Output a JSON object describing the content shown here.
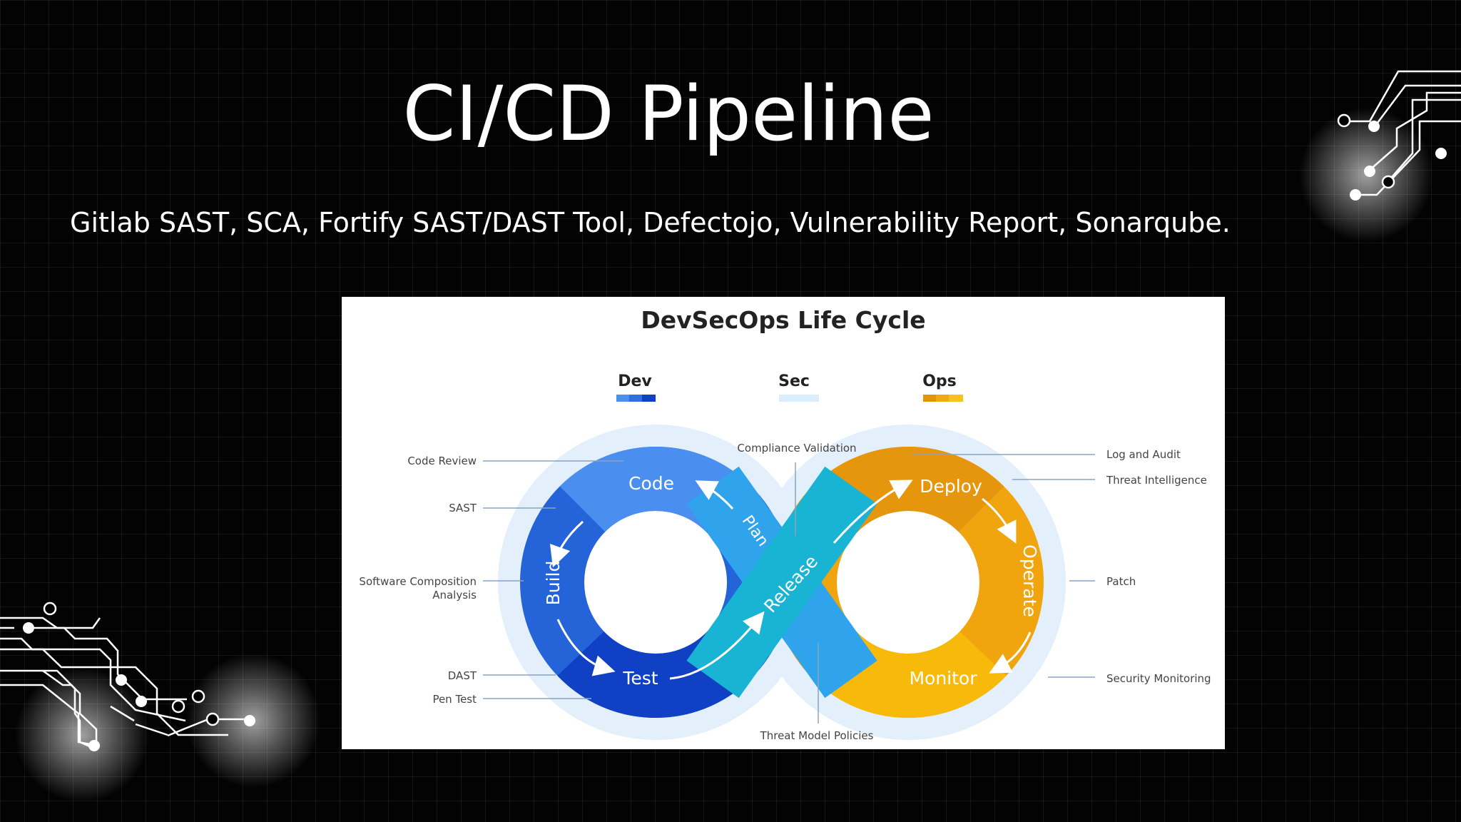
{
  "slide": {
    "title": "CI/CD Pipeline",
    "subtitle": "Gitlab SAST, SCA, Fortify SAST/DAST Tool, Defectojo, Vulnerability Report, Sonarqube."
  },
  "diagram": {
    "title": "DevSecOps Life Cycle",
    "legend": [
      {
        "label": "Dev",
        "color": "#2f6fe0"
      },
      {
        "label": "Sec",
        "color": "#dbeeff"
      },
      {
        "label": "Ops",
        "color": "#f0a90f"
      }
    ],
    "stages": {
      "code": "Code",
      "build": "Build",
      "test": "Test",
      "plan": "Plan",
      "release": "Release",
      "deploy": "Deploy",
      "operate": "Operate",
      "monitor": "Monitor"
    },
    "annotations": {
      "code_review": "Code Review",
      "sast": "SAST",
      "sca_line1": "Software Composition",
      "sca_line2": "Analysis",
      "dast": "DAST",
      "pen_test": "Pen Test",
      "compliance": "Compliance Validation",
      "threat_model": "Threat Model Policies",
      "log_audit": "Log and Audit",
      "threat_intel": "Threat Intelligence",
      "patch": "Patch",
      "security_monitoring": "Security Monitoring"
    },
    "colors": {
      "dev_light": "#4a8ff0",
      "dev_mid": "#2463d8",
      "dev_dark": "#1040c4",
      "sec_cyan": "#19b3d3",
      "sec_blue": "#2fa4ec",
      "ops_orange": "#e5960c",
      "ops_yellow": "#f7b90a",
      "halo": "#e3effb"
    }
  }
}
